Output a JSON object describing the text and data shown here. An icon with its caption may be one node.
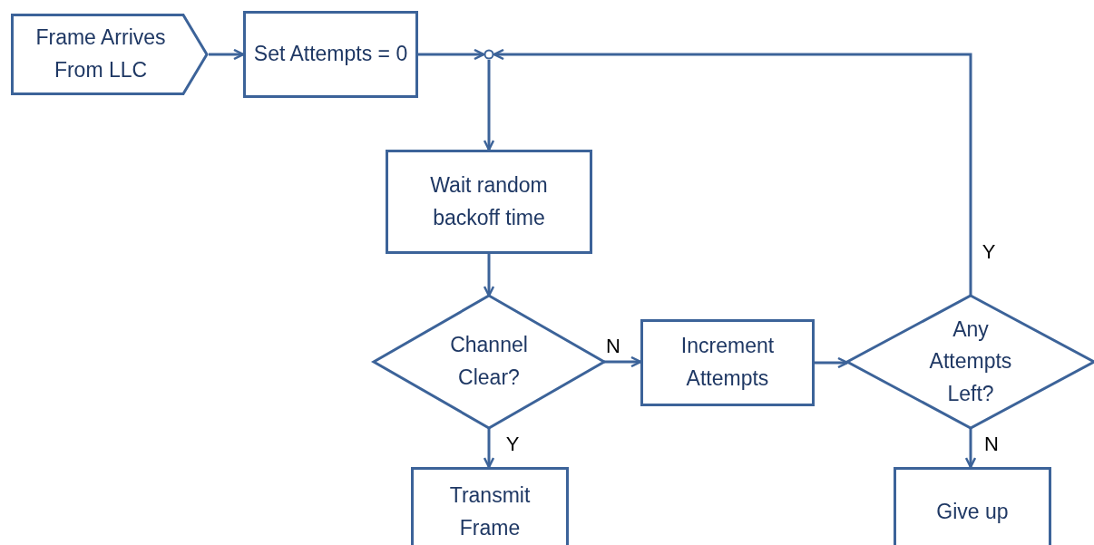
{
  "diagram": {
    "nodes": [
      {
        "text": [
          "Frame Arrives From LLC"
        ]
      },
      {
        "text": [
          "Set Attempts = 0"
        ]
      },
      {
        "text": [],
        "shape": "circle"
      },
      {
        "text": [
          "Wait random backoff time"
        ]
      },
      {
        "text": [
          "Channel Clear?"
        ]
      },
      {
        "text": [
          "Increment Attempts"
        ]
      },
      {
        "text": [
          "Any Attempts Left?"
        ]
      },
      {
        "text": [
          "Transmit Frame"
        ]
      },
      {
        "text": [
          "Give up"
        ]
      }
    ],
    "edges": [
      {
        "from": 0,
        "to": 1,
        "arrow": "to"
      },
      {
        "from": 1,
        "to": 2,
        "arrow": "to"
      },
      {
        "from": 6,
        "to": 2,
        "arrow": "to",
        "label": "Y"
      },
      {
        "from": 2,
        "to": 3,
        "arrow": "to"
      },
      {
        "from": 3,
        "to": 4,
        "arrow": "to"
      },
      {
        "from": 4,
        "to": 5,
        "arrow": "to",
        "label": "N"
      },
      {
        "from": 5,
        "to": 6,
        "arrow": "to"
      },
      {
        "from": 4,
        "to": 7,
        "arrow": "to",
        "label": "Y"
      },
      {
        "from": 6,
        "to": 8,
        "arrow": "to",
        "label": "N"
      }
    ]
  }
}
